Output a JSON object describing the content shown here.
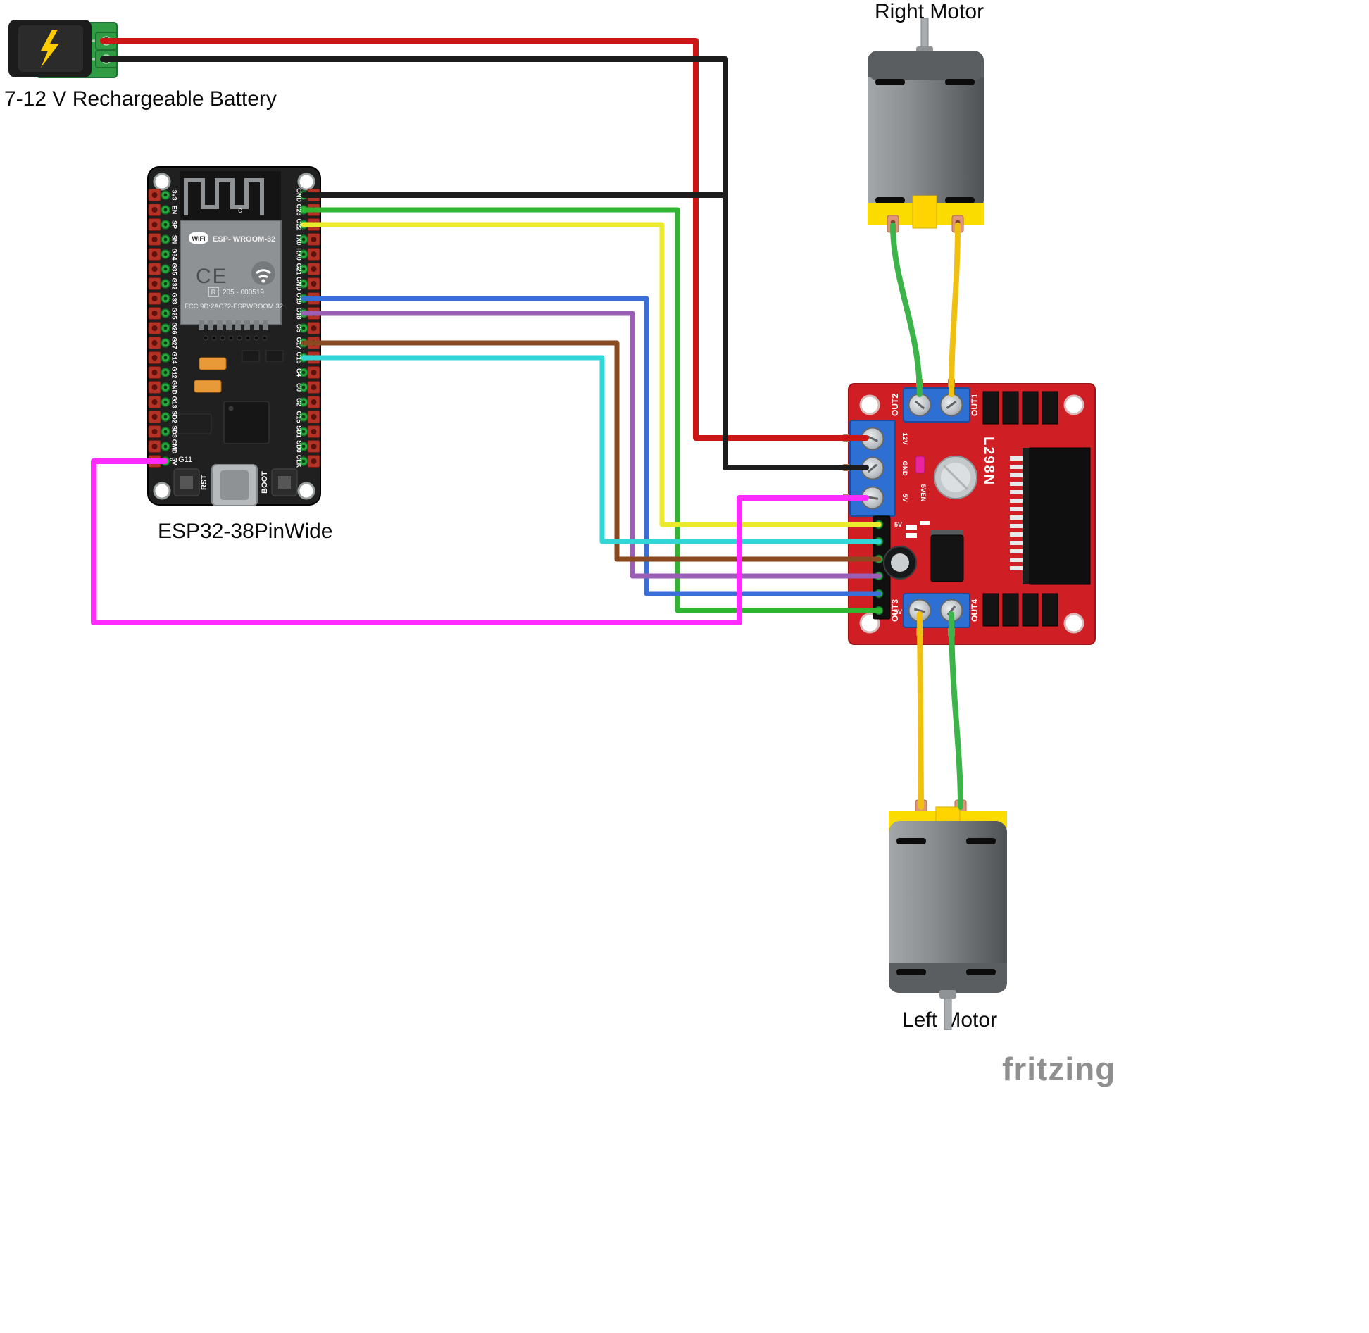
{
  "labels": {
    "battery": "7-12 V Rechargeable Battery",
    "esp32_board": "ESP32-38PinWide",
    "right_motor": "Right Motor",
    "left_motor": "Left Motor",
    "watermark": "fritzing"
  },
  "esp32": {
    "module_name": "ESP- WROOM-32",
    "wifi_logo": "WiFi",
    "antenna_label": "c",
    "ce_mark": "CE",
    "reg_r": "R",
    "reg_number": "205 - 000519",
    "fcc_text": "FCC 9D:2AC72-ESPWROOM 32",
    "g11_note": "<- G11",
    "rst_button": "RST",
    "boot_button": "BOOT",
    "left_pins": [
      "3v3",
      "EN",
      "SP",
      "SN",
      "G34",
      "G35",
      "G32",
      "G33",
      "G25",
      "G26",
      "G27",
      "G14",
      "G12",
      "GND",
      "G13",
      "SD2",
      "SD3",
      "CMD",
      "5V"
    ],
    "right_pins": [
      "GND",
      "G23",
      "G22",
      "TX0",
      "RX0",
      "G21",
      "GND",
      "G19",
      "G18",
      "G5",
      "G17",
      "G16",
      "G4",
      "G0",
      "G2",
      "G15",
      "SD1",
      "SD0",
      "CLK"
    ]
  },
  "l298n": {
    "chip_name": "L298N",
    "out1": "OUT1",
    "out2": "OUT2",
    "out3": "OUT3",
    "out4": "OUT4",
    "power_terminals": [
      "12V",
      "GND",
      "5V"
    ],
    "jumper_label": "5VEN",
    "header_top_label": "5V",
    "header_bottom_label": "5V"
  },
  "wire_colors": {
    "red": "#cc1616",
    "black": "#1c1c1c",
    "green": "#2fb52f",
    "yellow": "#ebeb2e",
    "blue": "#3a6fd8",
    "purple": "#9a5fb5",
    "brown": "#8a4a21",
    "cyan": "#33d6d6",
    "magenta": "#ff2bff",
    "motor_green": "#3cb44a",
    "motor_yellow": "#f0c010"
  }
}
